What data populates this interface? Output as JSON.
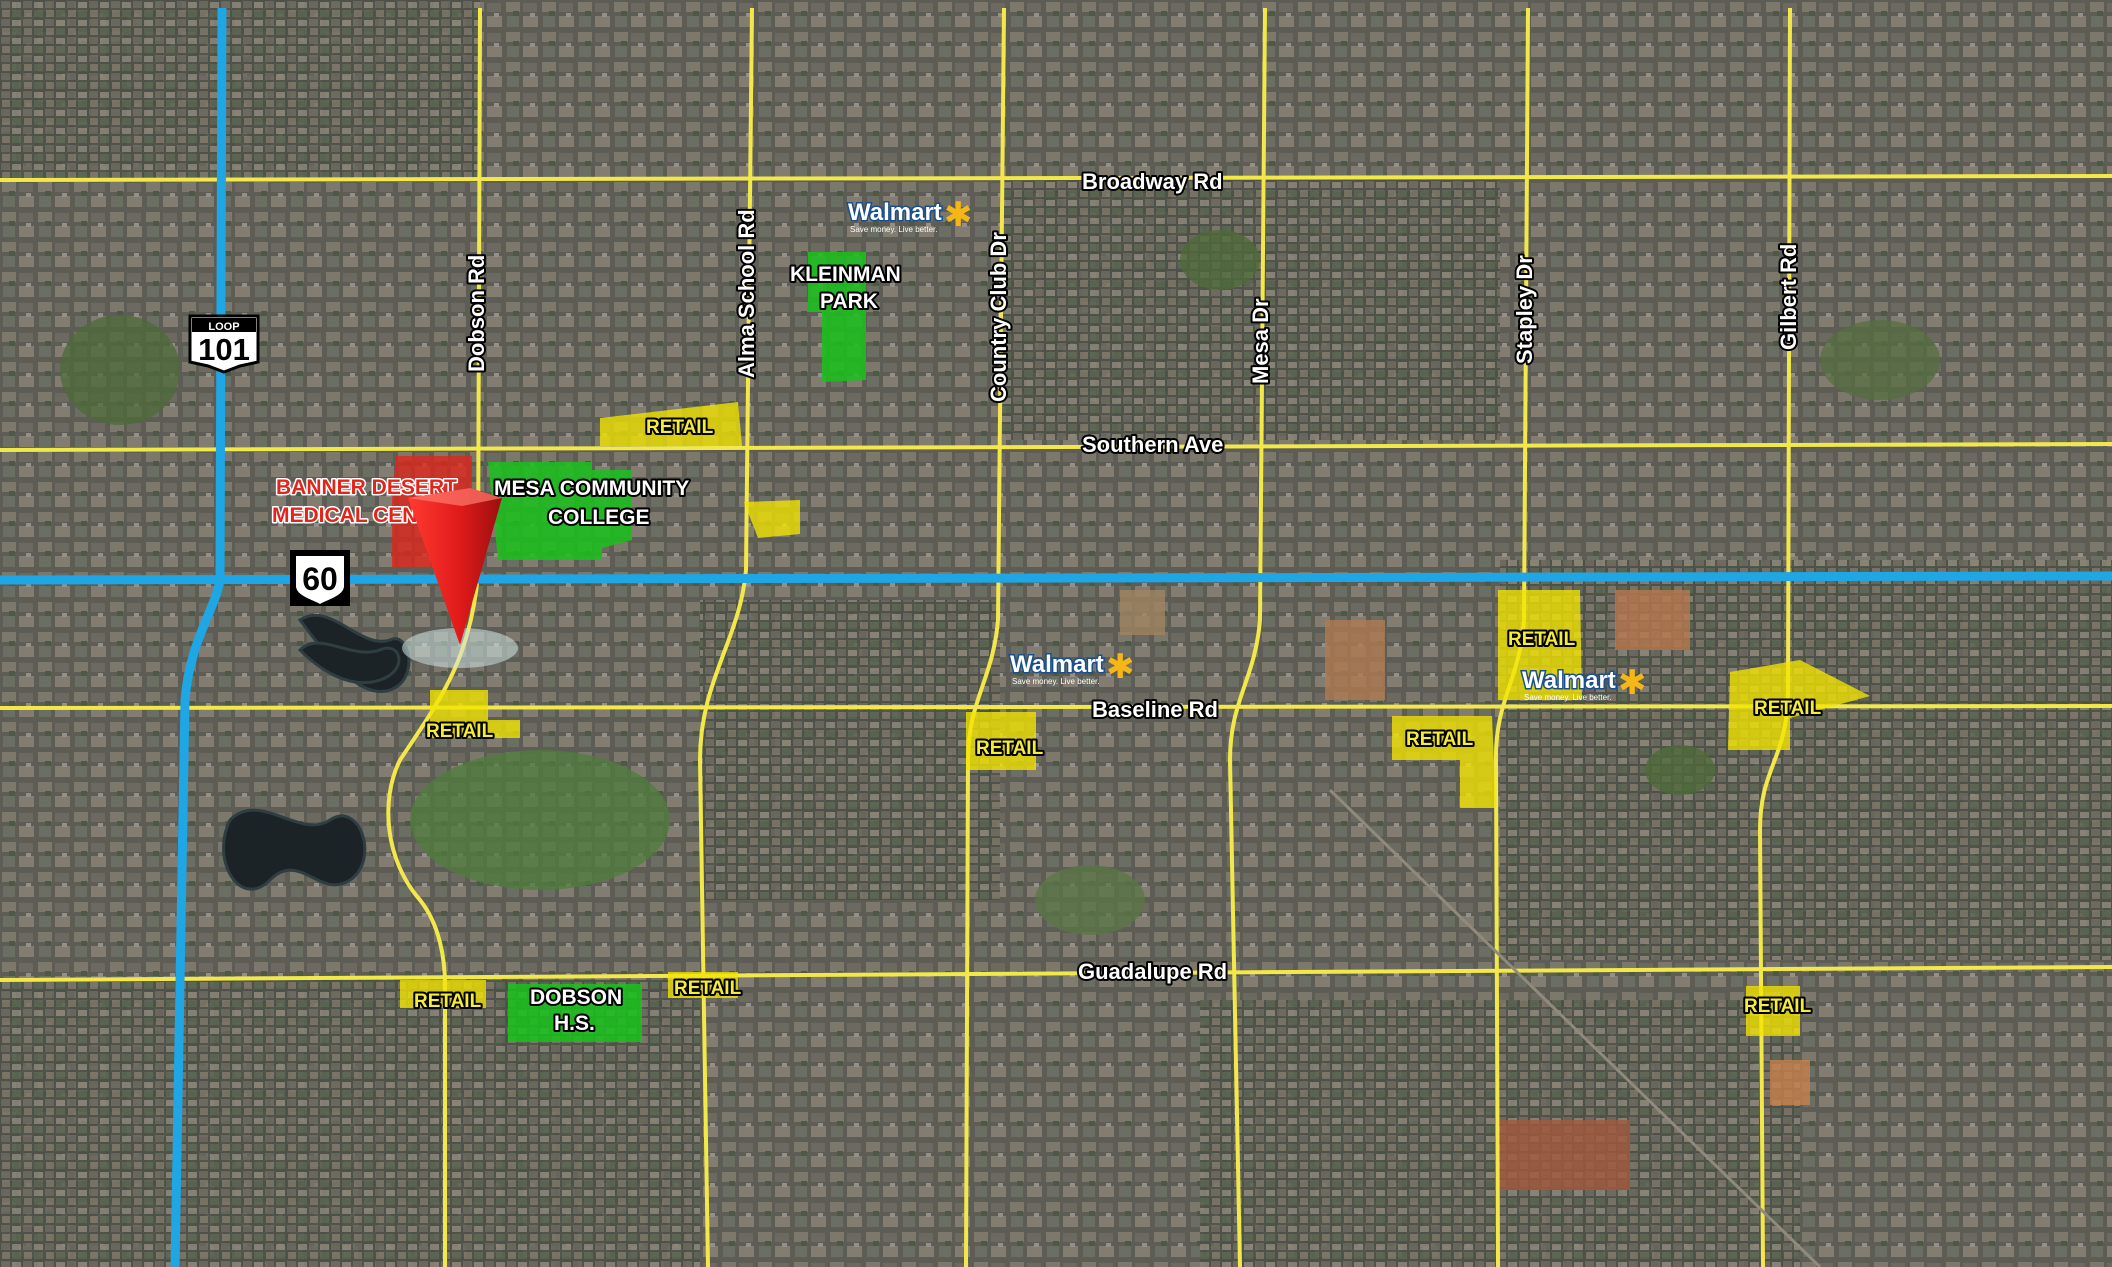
{
  "roads": {
    "broadway": "Broadway Rd",
    "southern": "Southern Ave",
    "baseline": "Baseline Rd",
    "guadalupe": "Guadalupe Rd",
    "dobson": "Dobson Rd",
    "alma_school": "Alma School Rd",
    "country_club": "Country Club Dr",
    "mesa": "Mesa Dr",
    "stapley": "Stapley Dr",
    "gilbert": "Gilbert Rd"
  },
  "shields": {
    "loop_101_top": "LOOP",
    "loop_101_number": "101",
    "us_60_number": "60"
  },
  "pois": {
    "banner_line1": "BANNER DESERT",
    "banner_line2": "MEDICAL CEN",
    "mesa_cc_line1": "MESA COMMUNITY",
    "mesa_cc_line2": "COLLEGE",
    "kleinman_line1": "KLEINMAN",
    "kleinman_line2": "PARK",
    "dobson_hs_line1": "DOBSON",
    "dobson_hs_line2": "H.S."
  },
  "retail_label": "RETAIL",
  "walmart": {
    "word": "Walmart",
    "tagline": "Save money. Live better."
  },
  "colors": {
    "arterial_road": "#f2e84a",
    "freeway": "#1fa6e4",
    "retail_zone": "#f3e600",
    "park_zone": "#19c21b",
    "medical_zone": "#e2251b",
    "site_marker": "#e41e1e"
  }
}
